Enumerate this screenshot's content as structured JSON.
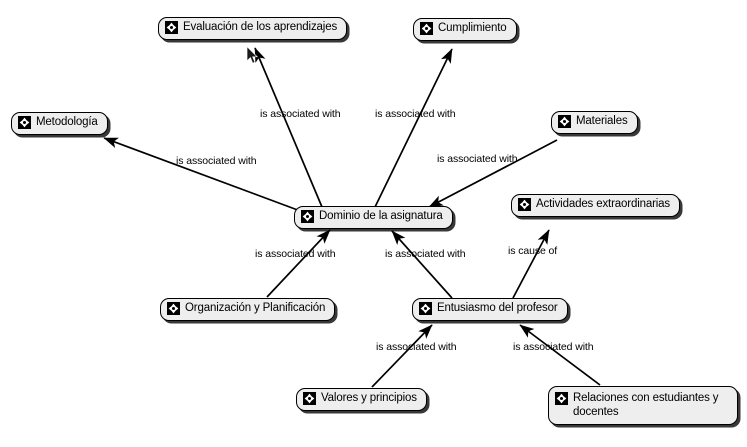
{
  "diagram": {
    "type": "concept-map",
    "title": "Dominio de la asignatura concept map",
    "background_color": "#ffffff",
    "node_fill_color": "#eeeeee",
    "node_border_color": "#000000",
    "edge_color": "#000000",
    "icon_name": "cmap-node-icon"
  },
  "nodes": [
    {
      "id": "evaluacion",
      "label": "Evaluación de los aprendizajes"
    },
    {
      "id": "cumplimiento",
      "label": "Cumplimiento"
    },
    {
      "id": "metodologia",
      "label": "Metodología"
    },
    {
      "id": "materiales",
      "label": "Materiales"
    },
    {
      "id": "dominio",
      "label": "Dominio de la asignatura"
    },
    {
      "id": "actividades",
      "label": "Actividades extraordinarias"
    },
    {
      "id": "organizacion",
      "label": "Organización y Planificación"
    },
    {
      "id": "entusiasmo",
      "label": "Entusiasmo del profesor"
    },
    {
      "id": "valores",
      "label": "Valores y principios"
    },
    {
      "id": "relaciones",
      "label": "Relaciones con estudiantes y\ndocentes"
    }
  ],
  "edge_labels": [
    {
      "id": "lbl-evaluacion",
      "text": "is associated with"
    },
    {
      "id": "lbl-cumplimiento",
      "text": "is associated with"
    },
    {
      "id": "lbl-metodologia",
      "text": "is associated with"
    },
    {
      "id": "lbl-materiales",
      "text": "is associated with"
    },
    {
      "id": "lbl-organizacion",
      "text": "is associated with"
    },
    {
      "id": "lbl-entusiasmo",
      "text": "is associated with"
    },
    {
      "id": "lbl-actividades",
      "text": "is cause of"
    },
    {
      "id": "lbl-valores",
      "text": "is associated with"
    },
    {
      "id": "lbl-relaciones",
      "text": "is associated with"
    }
  ],
  "edges": [
    {
      "from": "dominio",
      "to": "evaluacion",
      "label": "is associated with"
    },
    {
      "from": "dominio",
      "to": "cumplimiento",
      "label": "is associated with"
    },
    {
      "from": "dominio",
      "to": "metodologia",
      "label": "is associated with"
    },
    {
      "from": "materiales",
      "to": "dominio",
      "label": "is associated with"
    },
    {
      "from": "organizacion",
      "to": "dominio",
      "label": "is associated with"
    },
    {
      "from": "entusiasmo",
      "to": "dominio",
      "label": "is associated with"
    },
    {
      "from": "entusiasmo",
      "to": "actividades",
      "label": "is cause of"
    },
    {
      "from": "valores",
      "to": "entusiasmo",
      "label": "is associated with"
    },
    {
      "from": "relaciones",
      "to": "entusiasmo",
      "label": "is associated with"
    }
  ]
}
